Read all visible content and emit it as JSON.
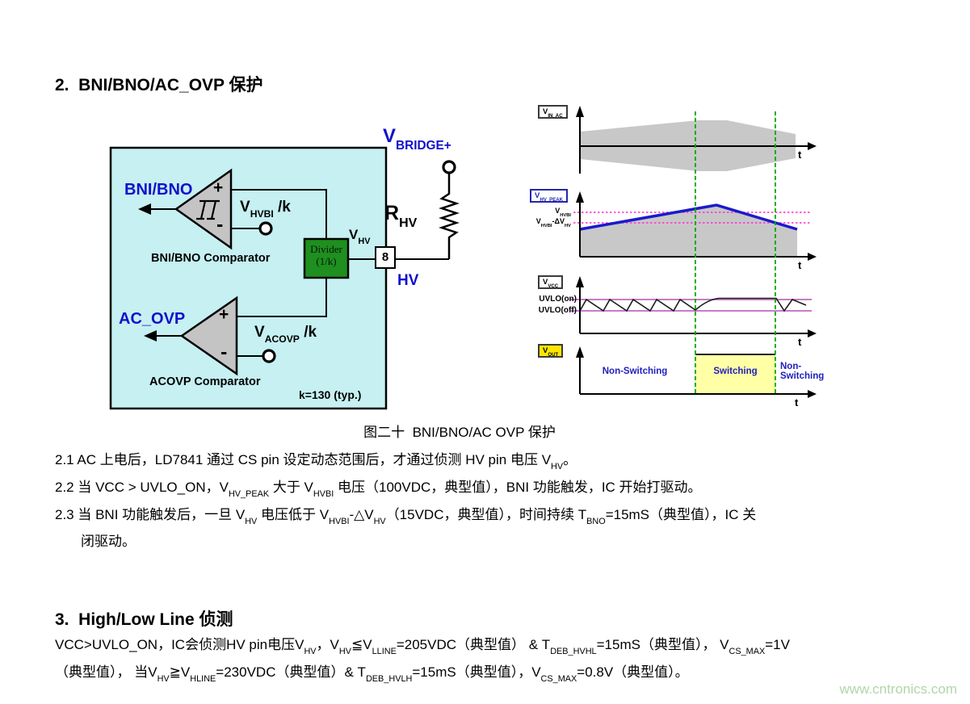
{
  "section2": {
    "heading": "2.  BNI/BNO/AC_OVP 保护"
  },
  "figure": {
    "caption": "图二十  BNI/BNO/AC OVP 保护",
    "circuit": {
      "bni_output_label": "BNI/BNO",
      "bni_comparator_caption": "BNI/BNO Comparator",
      "acovp_output_label": "AC_OVP",
      "acovp_comparator_caption": "ACOVP Comparator",
      "k_factor_note": "k=130 (typ.)",
      "divider_line1": "Divider",
      "divider_line2": "(1/k)",
      "pin_number": "8",
      "pin_name": "HV",
      "plus": "+",
      "minus": "-",
      "vhvbi_ref": [
        {
          "t": "V"
        },
        {
          "t": "HVBI",
          "sub": true
        },
        {
          "t": " /k"
        }
      ],
      "vacovp_ref": [
        {
          "t": "V"
        },
        {
          "t": "ACOVP",
          "sub": true
        },
        {
          "t": " /k"
        }
      ],
      "vhv_label": [
        {
          "t": "V"
        },
        {
          "t": "HV",
          "sub": true
        }
      ],
      "vbridge_label": [
        {
          "t": "V"
        },
        {
          "t": "BRIDGE+",
          "sub": true
        }
      ],
      "rhv_label": [
        {
          "t": "R"
        },
        {
          "t": "HV",
          "sub": true
        }
      ]
    },
    "waveforms": {
      "t_axis_label": "t",
      "vin_ac": {
        "label": [
          {
            "t": "V"
          },
          {
            "t": "IN_AC",
            "sub": true
          }
        ]
      },
      "vhv_peak": {
        "label": [
          {
            "t": "V"
          },
          {
            "t": "HV_PEAK",
            "sub": true
          }
        ],
        "ref_high": [
          {
            "t": "V"
          },
          {
            "t": "HVBI",
            "sub": true
          }
        ],
        "ref_low": [
          {
            "t": "V"
          },
          {
            "t": "HVBI",
            "sub": true
          },
          {
            "t": "-ΔV"
          },
          {
            "t": "HV",
            "sub": true
          }
        ]
      },
      "vcc": {
        "label": [
          {
            "t": "V"
          },
          {
            "t": "VCC",
            "sub": true
          }
        ],
        "ref_high": "UVLO(on)",
        "ref_low": "UVLO(off)"
      },
      "vout": {
        "label": [
          {
            "t": "V"
          },
          {
            "t": "OUT",
            "sub": true
          }
        ],
        "region_left": "Non-Switching",
        "region_mid": "Switching",
        "region_right_line1": "Non-",
        "region_right_line2": "Switching"
      }
    }
  },
  "paragraphs": {
    "p21": [
      {
        "t": "2.1 AC 上电后，LD7841 通过 CS pin 设定动态范围后，才通过侦测 HV pin 电压 V"
      },
      {
        "t": "HV",
        "sub": true
      },
      {
        "t": "。"
      }
    ],
    "p22": [
      {
        "t": "2.2 当 VCC > UVLO_ON，V"
      },
      {
        "t": "HV_PEAK",
        "sub": true
      },
      {
        "t": " 大于 V"
      },
      {
        "t": "HVBI",
        "sub": true
      },
      {
        "t": " 电压（100VDC，典型值），BNI 功能触发，IC 开始打驱动。"
      }
    ],
    "p23a": [
      {
        "t": "2.3 当 BNI 功能触发后，一旦 V"
      },
      {
        "t": "HV",
        "sub": true
      },
      {
        "t": " 电压低于 V"
      },
      {
        "t": "HVBI",
        "sub": true
      },
      {
        "t": "-△V"
      },
      {
        "t": "HV",
        "sub": true
      },
      {
        "t": "（15VDC，典型值），时间持续 T"
      },
      {
        "t": "BNO",
        "sub": true
      },
      {
        "t": "=15mS（典型值），IC 关"
      }
    ],
    "p23b": [
      {
        "t": "闭驱动。"
      }
    ]
  },
  "section3": {
    "heading": "3.  High/Low Line 侦测",
    "line1": [
      {
        "t": "VCC>UVLO_ON，IC会侦测HV pin电压V"
      },
      {
        "t": "HV",
        "sub": true
      },
      {
        "t": "，V"
      },
      {
        "t": "HV",
        "sub": true
      },
      {
        "t": "≦V"
      },
      {
        "t": "LLINE",
        "sub": true
      },
      {
        "t": "=205VDC（典型值） & T"
      },
      {
        "t": "DEB_HVHL",
        "sub": true
      },
      {
        "t": "=15mS（典型值）， V"
      },
      {
        "t": "CS_MAX",
        "sub": true
      },
      {
        "t": "=1V"
      }
    ],
    "line2": [
      {
        "t": "（典型值）， 当V"
      },
      {
        "t": "HV",
        "sub": true
      },
      {
        "t": "≧V"
      },
      {
        "t": "HLINE",
        "sub": true
      },
      {
        "t": "=230VDC（典型值）& T"
      },
      {
        "t": "DEB_HVLH",
        "sub": true
      },
      {
        "t": "=15mS（典型值），V"
      },
      {
        "t": "CS_MAX",
        "sub": true
      },
      {
        "t": "=0.8V（典型值）。"
      }
    ]
  },
  "watermark": "www.cntronics.com",
  "colors": {
    "accent_blue": "#1111cc",
    "ic_fill_cyan": "#c6f0f2",
    "comparator_gray": "#c4c4c4",
    "divider_green": "#1f8f1f",
    "waveform_gray": "#c8c8c8",
    "threshold_magenta": "#ff2cd2",
    "uvlo_purple": "#c77cc7",
    "timing_line_green": "#00a900",
    "switching_yellow": "#ffffa6",
    "vout_box_yellow": "#ffe600",
    "region_text_blue": "#2020bb",
    "watermark_green": "#afd7a7"
  }
}
